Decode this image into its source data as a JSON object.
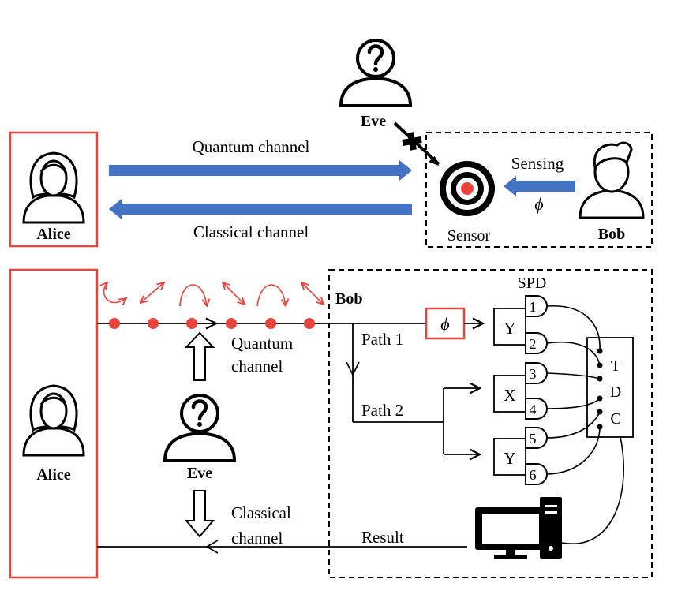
{
  "top": {
    "alice_label": "Alice",
    "eve_label": "Eve",
    "bob_label": "Bob",
    "quantum_channel_label": "Quantum channel",
    "classical_channel_label": "Classical channel",
    "sensing_label": "Sensing",
    "sensor_label": "Sensor",
    "phase_symbol": "ϕ",
    "eve_icon": "question-mark-person-icon",
    "sensor_icon": "target-icon",
    "person_icon": "person-icon"
  },
  "bottom": {
    "alice_label": "Alice",
    "eve_label": "Eve",
    "bob_label": "Bob",
    "quantum_channel_line1": "Quantum",
    "quantum_channel_line2": "channel",
    "classical_channel_line1": "Classical",
    "classical_channel_line2": "channel",
    "path1_label": "Path 1",
    "path2_label": "Path 2",
    "phase_symbol": "ϕ",
    "spd_label": "SPD",
    "basis_y_top": "Y",
    "basis_x": "X",
    "basis_y_bottom": "Y",
    "detectors": [
      "1",
      "2",
      "3",
      "4",
      "5",
      "6"
    ],
    "tdc_letters": [
      "T",
      "D",
      "C"
    ],
    "result_label": "Result",
    "computer_icon": "computer-icon"
  },
  "colors": {
    "accent_red": "#e8453c",
    "channel_blue": "#4472c4",
    "ink": "#000000"
  }
}
